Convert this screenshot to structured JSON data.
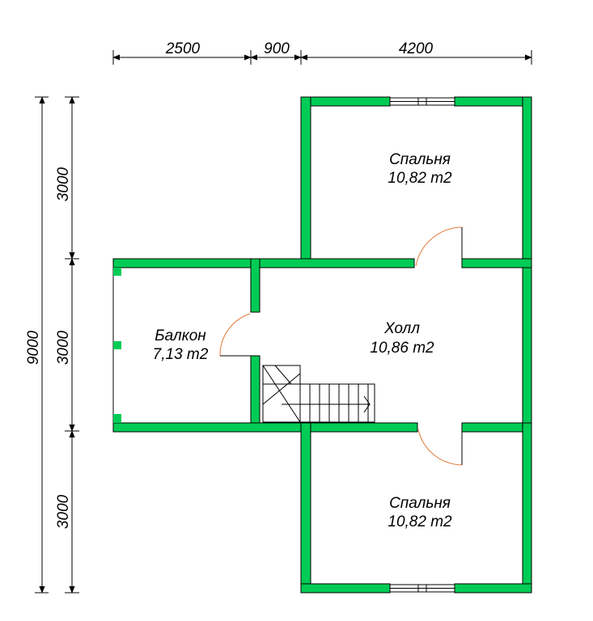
{
  "colors": {
    "wall": "#00cc55",
    "wall_outline": "#000000",
    "door_arc": "#e07a3a",
    "dimension": "#000000"
  },
  "dimensions": {
    "top": [
      "2500",
      "900",
      "4200"
    ],
    "left_total": "9000",
    "left_parts": [
      "3000",
      "3000",
      "3000"
    ]
  },
  "rooms": {
    "bedroom_top": {
      "name": "Спальня",
      "area": "10,82 m2"
    },
    "hall": {
      "name": "Холл",
      "area": "10,86 m2"
    },
    "balcony": {
      "name": "Балкон",
      "area": "7,13 m2"
    },
    "bedroom_bottom": {
      "name": "Спальня",
      "area": "10,82 m2"
    }
  }
}
